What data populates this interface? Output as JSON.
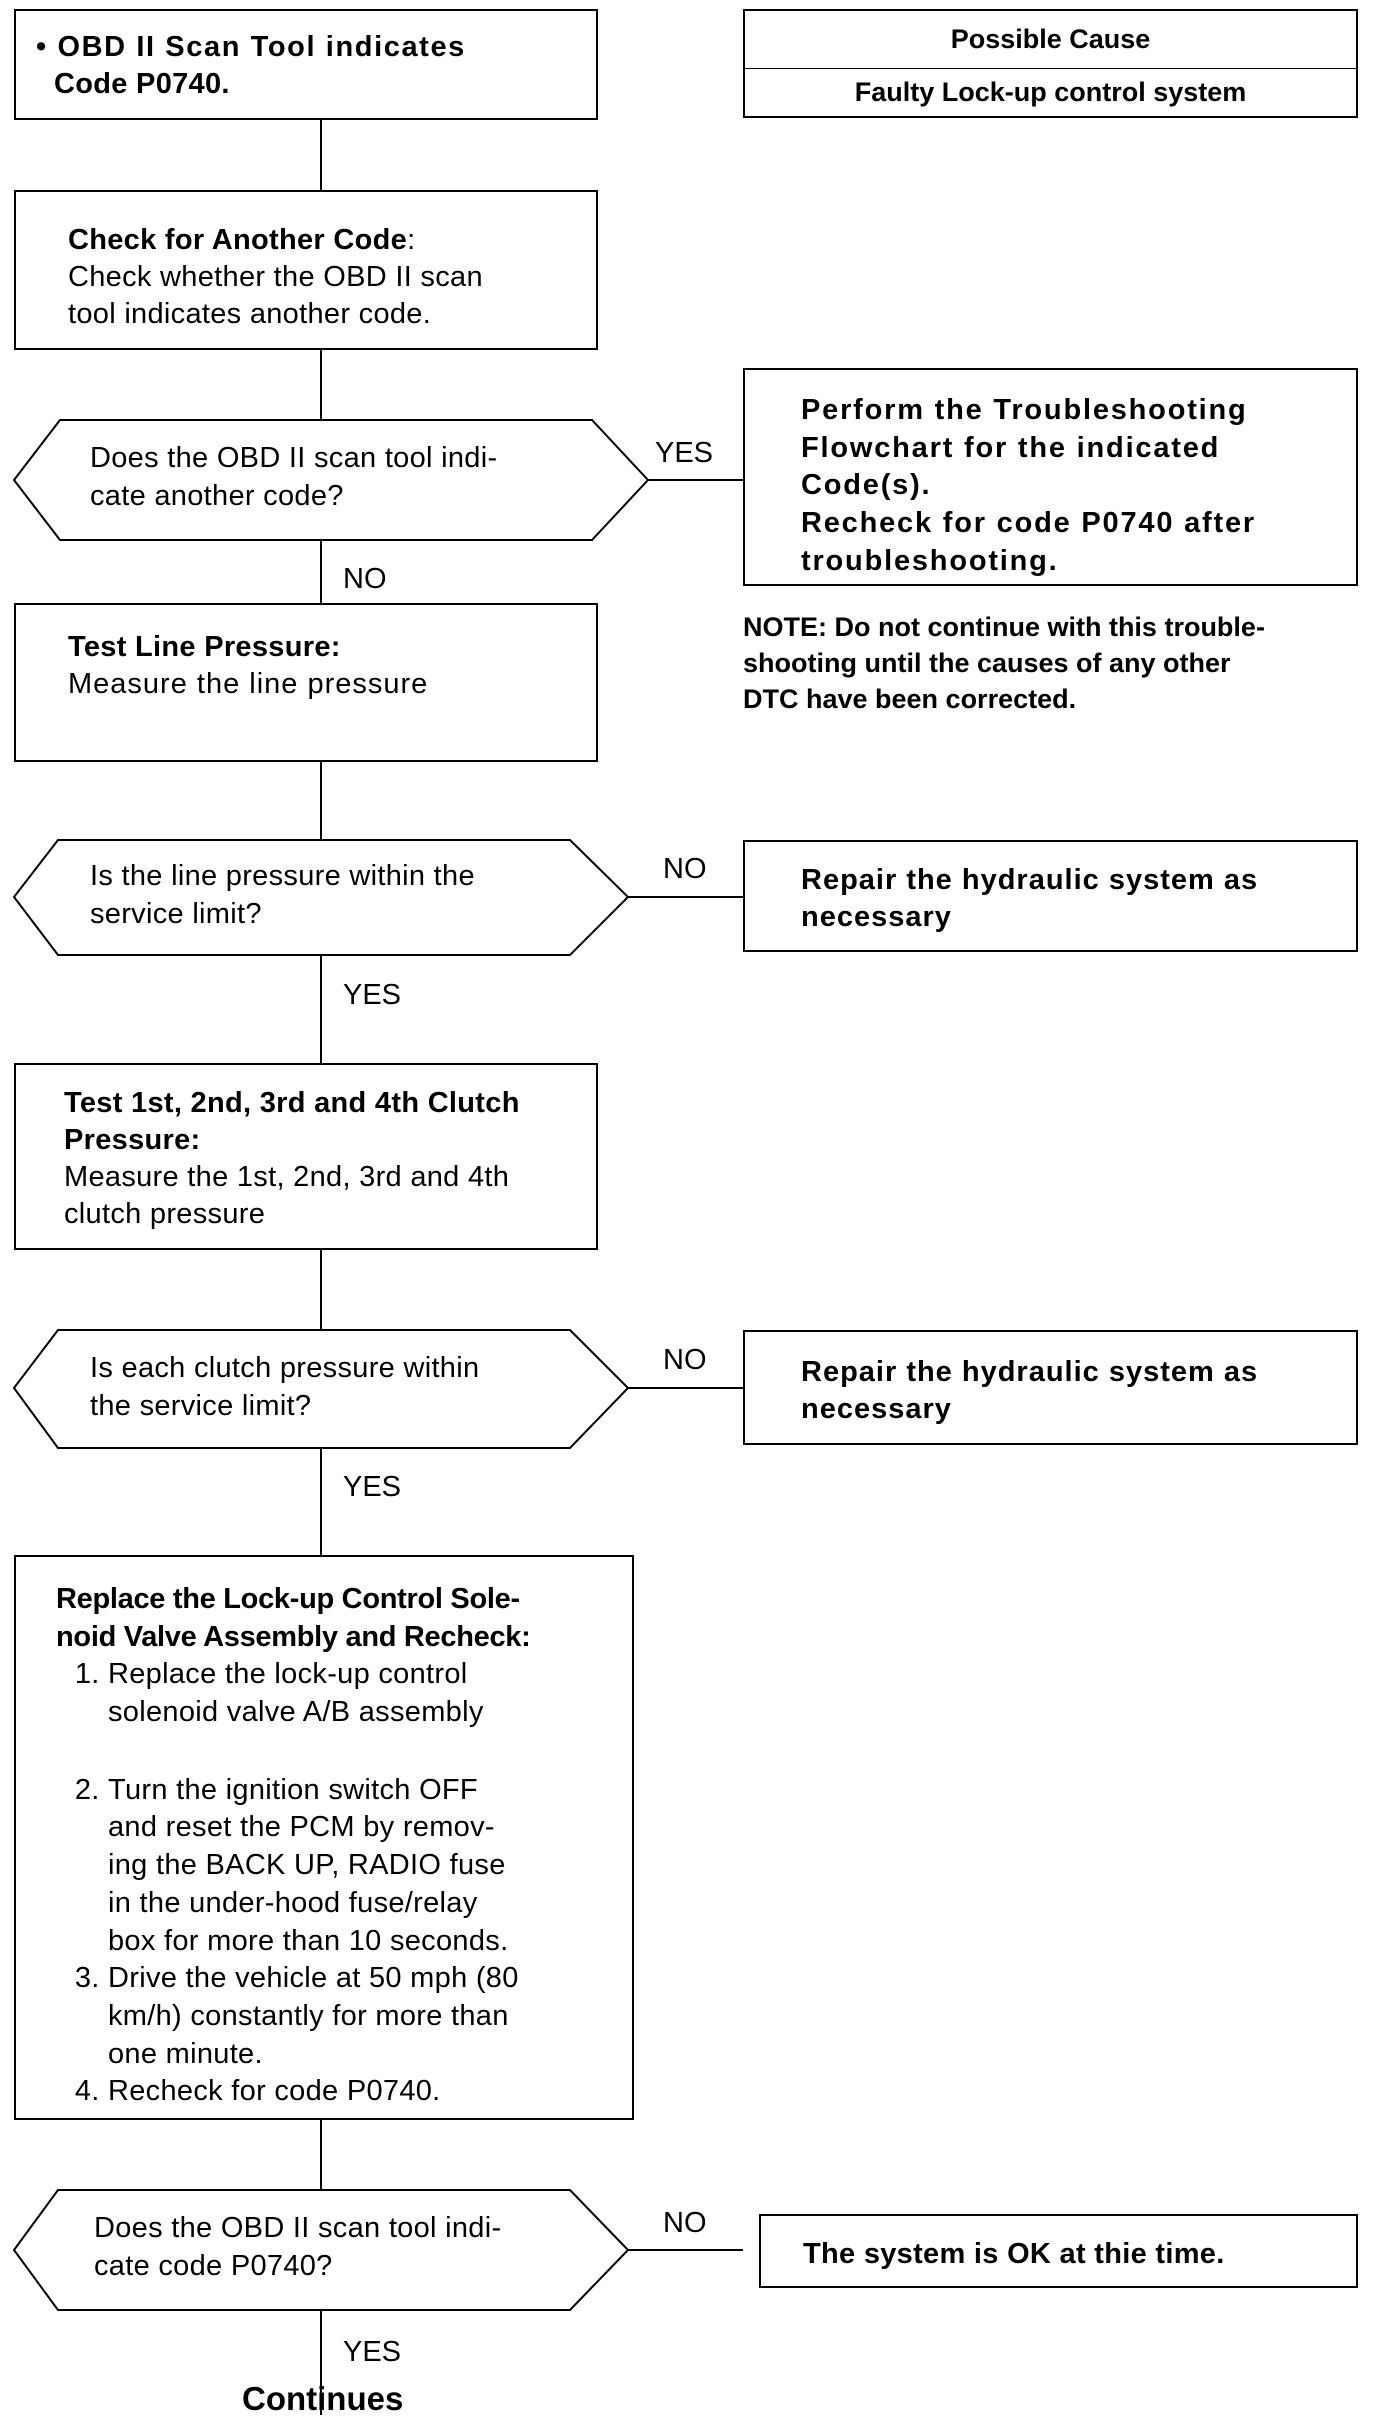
{
  "start": {
    "bullet": "•",
    "text1": "OBD II Scan Tool indicates",
    "text2": "Code P0740."
  },
  "cause": {
    "header": "Possible Cause",
    "value": "Faulty Lock-up control system"
  },
  "check_code": {
    "title": "Check for Another Code",
    "colon": ":",
    "line1": "Check whether the OBD II scan",
    "line2": "tool indicates another code."
  },
  "decision_another": {
    "line1": "Does the OBD II scan tool indi-",
    "line2": "cate another code?",
    "yes_label": "YES",
    "no_label": "NO"
  },
  "perform": {
    "line1": "Perform the Troubleshooting",
    "line2": "Flowchart for the indicated",
    "line3": "Code(s).",
    "line4": "Recheck for code P0740 after",
    "line5": "troubleshooting."
  },
  "note": {
    "line1": "NOTE:  Do not continue with this trouble-",
    "line2": "shooting until the causes of any other",
    "line3": "DTC have been corrected."
  },
  "line_pressure": {
    "title": "Test Line Pressure:",
    "line1": "Measure the line pressure"
  },
  "decision_line": {
    "line1": "Is the line pressure within the",
    "line2": "service limit?",
    "no_label": "NO",
    "yes_label": "YES"
  },
  "repair1": {
    "line1": "Repair the hydraulic system as",
    "line2": "necessary"
  },
  "clutch_pressure": {
    "title1": "Test 1st, 2nd, 3rd and 4th Clutch",
    "title2": "Pressure:",
    "line1": "Measure the 1st, 2nd, 3rd and 4th",
    "line2": "clutch pressure"
  },
  "decision_clutch": {
    "line1": "Is each clutch pressure within",
    "line2": "the service limit?",
    "no_label": "NO",
    "yes_label": "YES"
  },
  "repair2": {
    "line1": "Repair the hydraulic system as",
    "line2": "necessary"
  },
  "replace": {
    "title1": "Replace the Lock-up Control Sole-",
    "title2": "noid Valve Assembly and Recheck:",
    "steps": [
      {
        "l1": "Replace the lock-up control",
        "l2": "solenoid valve A/B assembly"
      },
      {
        "l1": "Turn the ignition switch OFF",
        "l2": "and reset the PCM by remov-",
        "l3": "ing the BACK UP, RADIO fuse",
        "l4": "in the under-hood fuse/relay",
        "l5": "box for more than 10 seconds."
      },
      {
        "l1": "Drive the vehicle at 50 mph (80",
        "l2": "km/h) constantly for more than",
        "l3": "one minute."
      },
      {
        "l1": "Recheck for code P0740."
      }
    ]
  },
  "decision_final": {
    "line1": "Does the OBD II scan tool indi-",
    "line2": "cate code P0740?",
    "no_label": "NO",
    "yes_label": "YES"
  },
  "ok": {
    "text": "The system is OK at thie time."
  },
  "continues": {
    "text": "Continues"
  }
}
